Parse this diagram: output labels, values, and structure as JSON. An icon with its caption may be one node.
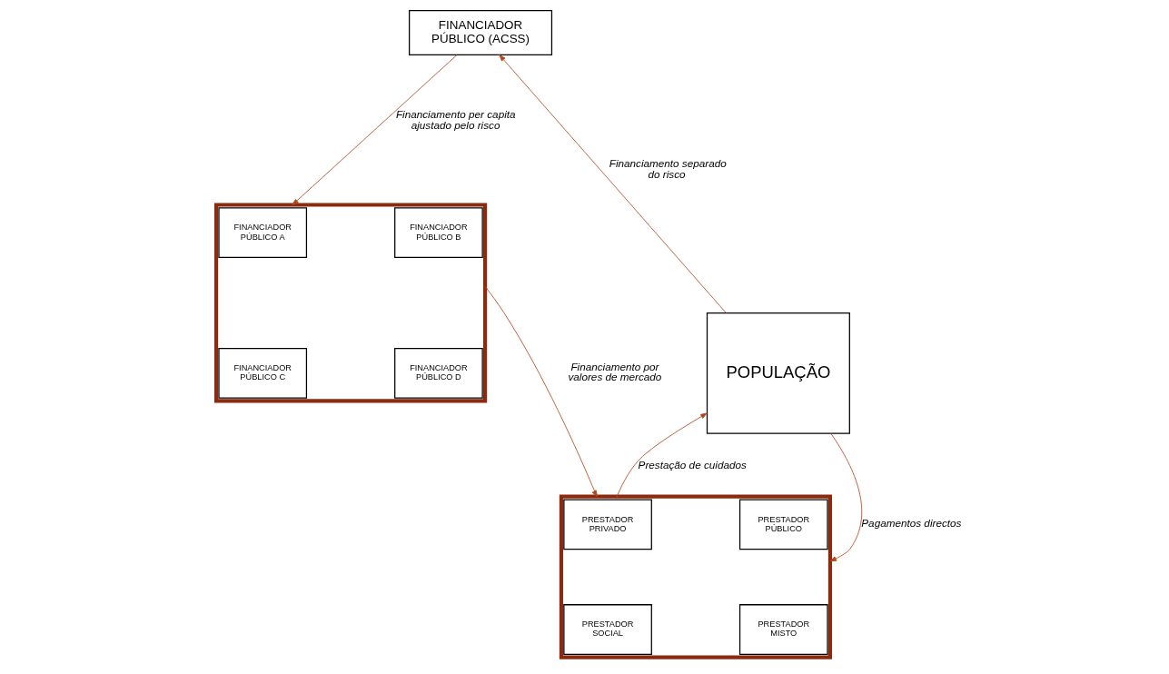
{
  "diagram": {
    "nodes": [
      {
        "text": [
          "FINANCIADOR PÚBLICO (ACSS)"
        ]
      },
      {
        "text": [],
        "shape": "box"
      },
      {
        "text": [
          "FINANCIADOR PÚBLICO A"
        ],
        "in": 1
      },
      {
        "text": [
          "FINANCIADOR PÚBLICO B"
        ],
        "in": 1
      },
      {
        "text": [
          "FINANCIADOR PÚBLICO C"
        ],
        "in": 1
      },
      {
        "text": [
          "FINANCIADOR PÚBLICO D"
        ],
        "in": 1
      },
      {
        "text": [
          "POPULAÇÃO"
        ]
      },
      {
        "text": [],
        "shape": "box"
      },
      {
        "text": [
          "PRESTADOR PRIVADO"
        ],
        "in": 7
      },
      {
        "text": [
          "PRESTADOR PÚBLICO"
        ],
        "in": 7
      },
      {
        "text": [
          "PRESTADOR SOCIAL"
        ],
        "in": 7
      },
      {
        "text": [
          "PRESTADOR MISTO"
        ],
        "in": 7
      }
    ],
    "edges": [
      {
        "from": 6,
        "to": 0,
        "arrow": "to",
        "label": "Financiamento separado do risco"
      },
      {
        "from": 0,
        "to": 1,
        "arrow": "to",
        "label": "Financiamento per capita ajustado pelo risco"
      },
      {
        "from": 1,
        "to": 7,
        "arrow": "to",
        "label": "Financiamento por valores de mercado"
      },
      {
        "from": 7,
        "to": 6,
        "arrow": "to",
        "label": "Prestação de cuidados"
      },
      {
        "from": 6,
        "to": 7,
        "arrow": "to",
        "label": "Pagamentos directos"
      }
    ]
  }
}
